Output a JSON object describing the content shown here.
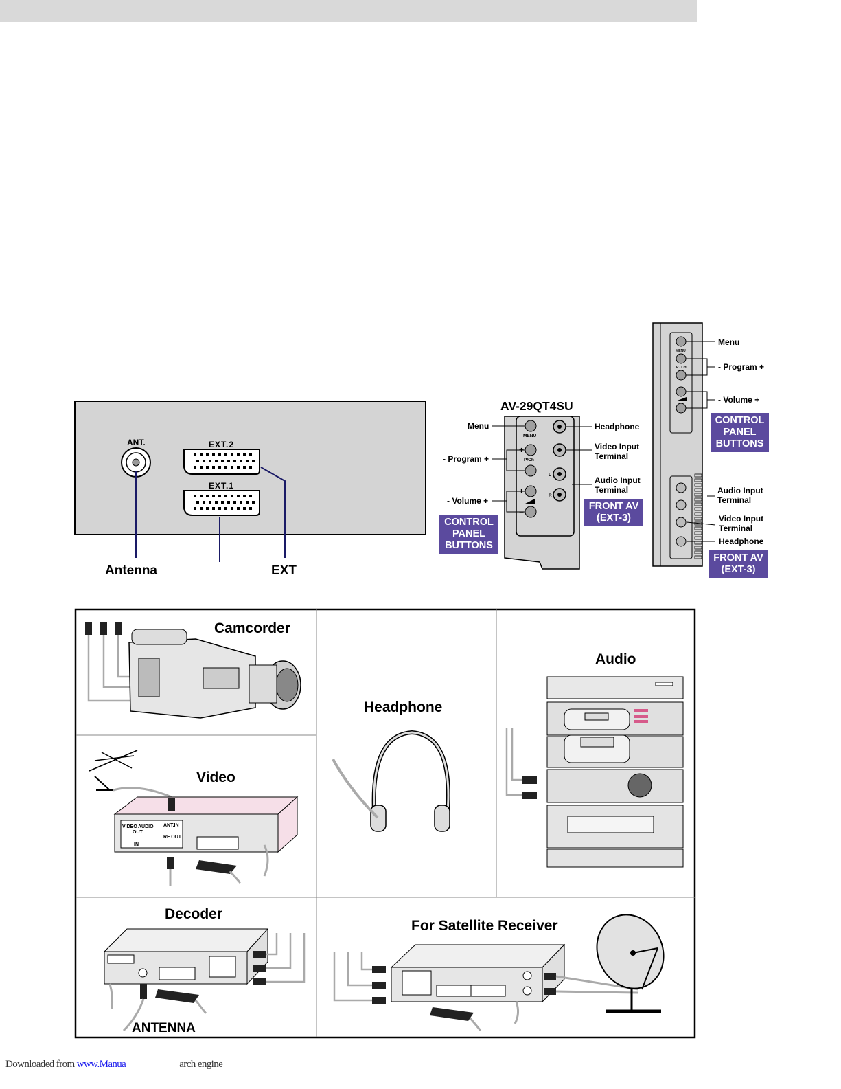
{
  "rear_panel": {
    "ant_label": "ANT.",
    "ext2_label": "EXT.2",
    "ext1_label": "EXT.1",
    "antenna_caption": "Antenna",
    "ext_caption": "EXT"
  },
  "front_panel": {
    "model": "AV-29QT4SU",
    "labels": {
      "menu": "Menu",
      "program": "- Program +",
      "volume": "- Volume +",
      "headphone": "Headphone",
      "video_input_1": "Video Input",
      "video_input_2": "Terminal",
      "audio_input_1": "Audio Input",
      "audio_input_2": "Terminal"
    },
    "engraved": {
      "menu": "MENU",
      "pch": "P/Ch",
      "l": "L",
      "r": "R"
    },
    "control_badge": [
      "CONTROL",
      "PANEL",
      "BUTTONS"
    ],
    "front_av_badge": [
      "FRONT AV",
      "(EXT-3)"
    ]
  },
  "side_panel": {
    "labels": {
      "menu": "Menu",
      "program": "- Program +",
      "volume": "- Volume +",
      "audio_input_1": "Audio Input",
      "audio_input_2": "Terminal",
      "video_input_1": "Video Input",
      "video_input_2": "Terminal",
      "headphone": "Headphone"
    },
    "engraved": {
      "menu": "MENU",
      "pch": "P / CH"
    },
    "control_badge": [
      "CONTROL",
      "PANEL",
      "BUTTONS"
    ],
    "front_av_badge": [
      "FRONT AV",
      "(EXT-3)"
    ]
  },
  "devices": {
    "camcorder": "Camcorder",
    "headphone": "Headphone",
    "audio": "Audio",
    "video": "Video",
    "decoder": "Decoder",
    "satellite": "For Satellite Receiver",
    "antenna": "ANTENNA",
    "vcr_engraved": {
      "video": "VIDEO",
      "audio": "AUDIO",
      "out": "OUT",
      "in": "IN",
      "ant_in": "ANT.IN",
      "rf_out": "RF OUT"
    }
  },
  "footer": {
    "prefix": "Downloaded from ",
    "link": "www.Manua",
    "suffix": "arch engine"
  },
  "colors": {
    "badge": "#5b4a9e",
    "lead_line": "#1a1a66",
    "panel_gray": "#d4d4d4"
  }
}
